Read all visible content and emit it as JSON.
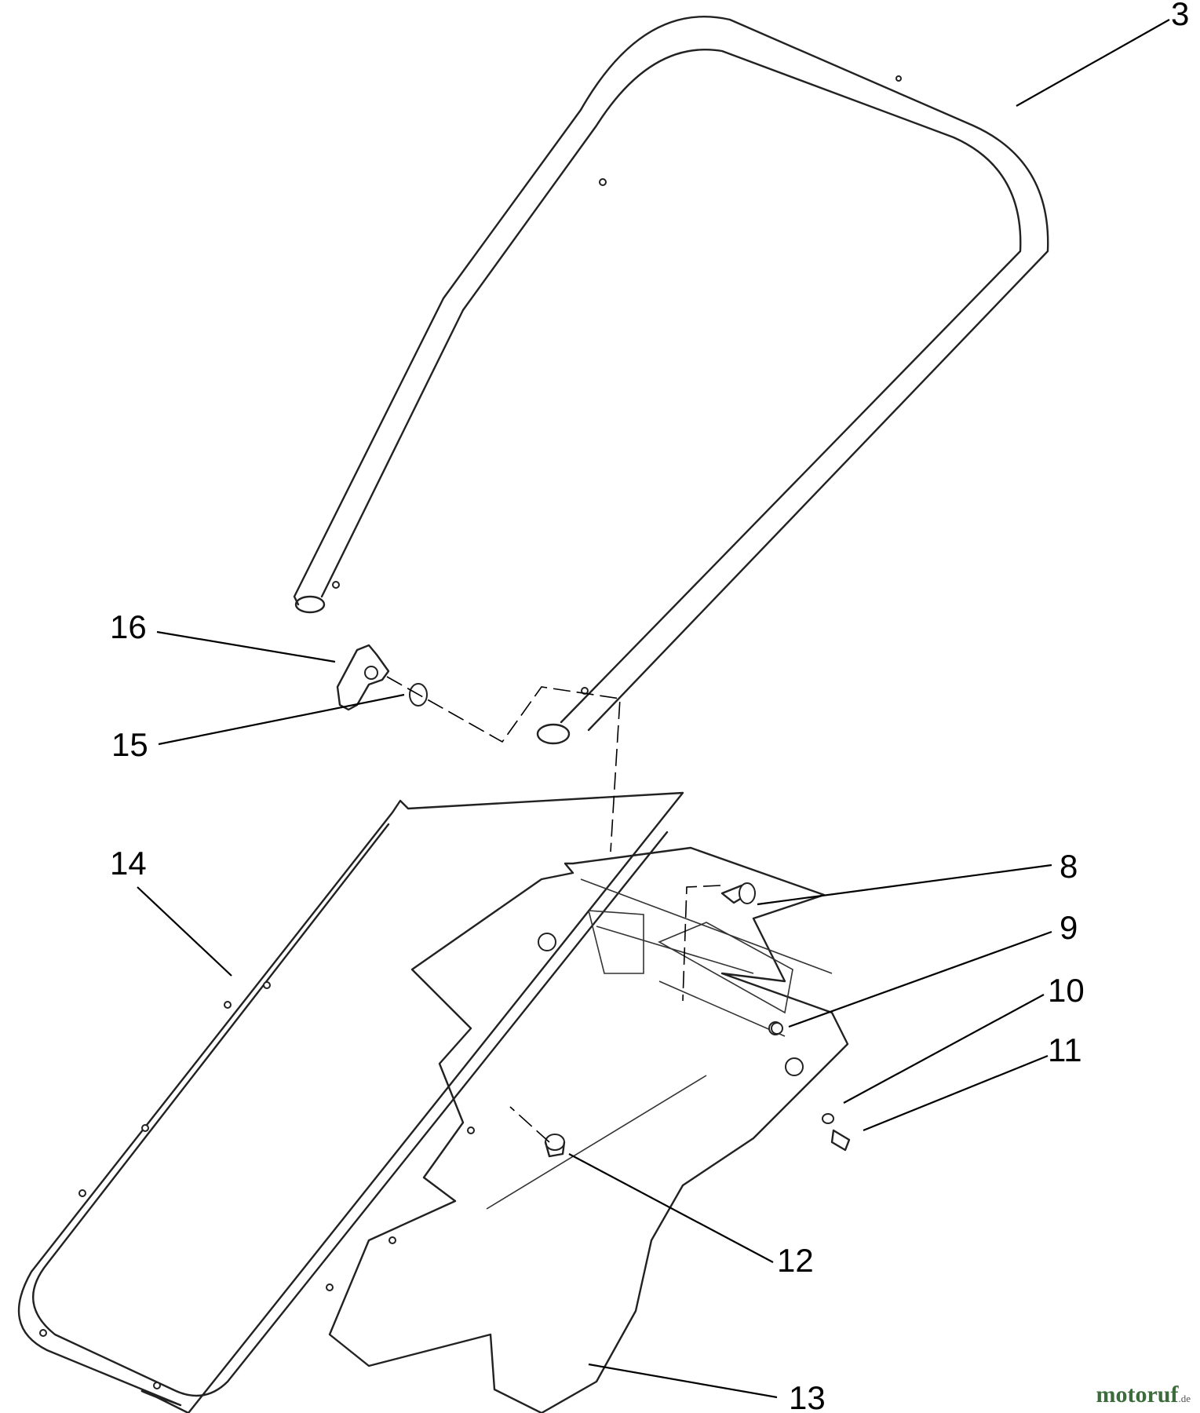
{
  "callouts": {
    "c3": "3",
    "c8": "8",
    "c9": "9",
    "c10": "10",
    "c11": "11",
    "c12": "12",
    "c13": "13",
    "c14": "14",
    "c15": "15",
    "c16": "16"
  },
  "watermark": {
    "brand": "motoruf",
    "tld": ".de",
    "brand_color": "#3c6b3c"
  }
}
